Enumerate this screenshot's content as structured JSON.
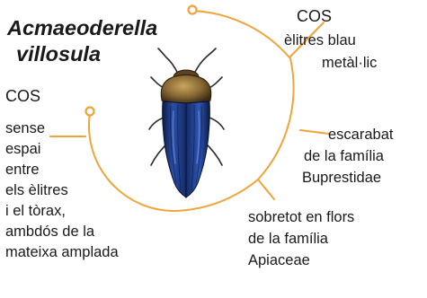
{
  "title": {
    "line1": "Acmaeoderella",
    "line2": "villosula"
  },
  "accent_color": "#f0a43a",
  "beetle_colors": {
    "pronotum": "#7a5a2a",
    "elytra": "#1f3f8a",
    "elytra_highlight": "#5b7fd0"
  },
  "callouts": {
    "elytra": {
      "heading": "COS",
      "lines": [
        "èlitres blau",
        "metàl·lic"
      ]
    },
    "thorax": {
      "heading": "COS",
      "lines": [
        "sense",
        "espai",
        "entre",
        "els èlitres",
        "i el tòrax,",
        "ambdós de la",
        "mateixa amplada"
      ]
    },
    "family": {
      "lines": [
        "escarabat",
        "de la família",
        "Buprestidae"
      ]
    },
    "flowers": {
      "lines": [
        "sobretot en flors",
        "de la família",
        "Apiaceae"
      ]
    }
  }
}
